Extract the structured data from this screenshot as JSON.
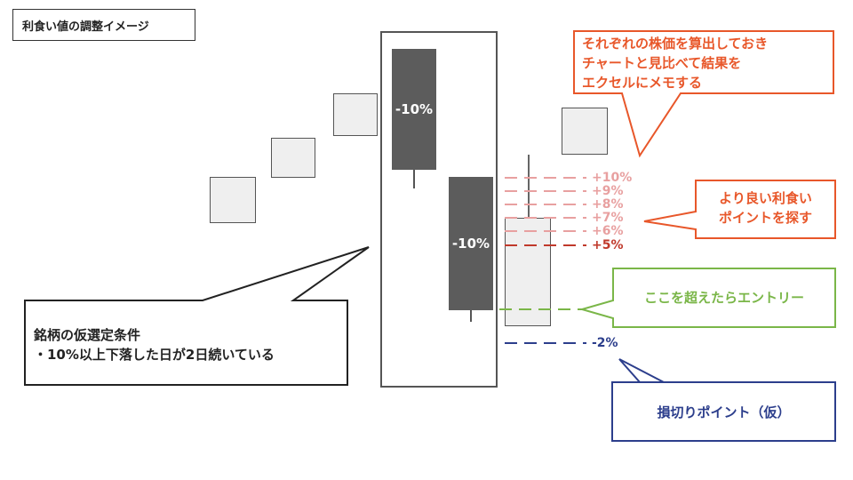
{
  "title": "利食い値の調整イメージ",
  "candle_labels": {
    "first": "-10%",
    "second": "-10%"
  },
  "levels": [
    {
      "label": "+10%",
      "color": "#e8a0a0"
    },
    {
      "label": "+9%",
      "color": "#e8a0a0"
    },
    {
      "label": "+8%",
      "color": "#e8a0a0"
    },
    {
      "label": "+7%",
      "color": "#e8a0a0"
    },
    {
      "label": "+6%",
      "color": "#e8a0a0"
    },
    {
      "label": "+5%",
      "color": "#c0392b"
    }
  ],
  "stop_level": {
    "label": "-2%",
    "color": "#2c3e8c"
  },
  "callouts": {
    "memo": "それぞれの株価を算出しておき\nチャートと見比べて結果を\nエクセルにメモする",
    "better_point": "より良い利食い\nポイントを探す",
    "entry": "ここを超えたらエントリー",
    "stop": "損切りポイント（仮）",
    "condition": "銘柄の仮選定条件\n・10%以上下落した日が2日続いている"
  },
  "colors": {
    "orange": "#e8572a",
    "green": "#7ab648",
    "blue": "#2c3e8c",
    "black": "#222222"
  }
}
